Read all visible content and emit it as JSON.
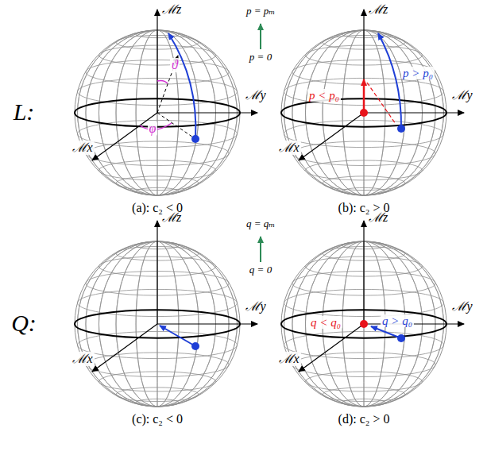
{
  "diagram": {
    "labels": [
      "L:",
      "Q:",
      "(a): c₂ < 0",
      "(b): c₂ > 0",
      "(c): c₂ < 0",
      "(d): c₂ > 0",
      "p = pₘ",
      "p = 0",
      "q = qₘ",
      "q = 0",
      "ℳz",
      "ℳy",
      "ℳx",
      "ℳz",
      "ℳy",
      "ℳx",
      "ℳz",
      "ℳy",
      "ℳx",
      "ℳz",
      "ℳy",
      "ℳx",
      "ϑ",
      "φ",
      "p > p₀",
      "p < p₀",
      "q < q₀",
      "q > q₀"
    ]
  }
}
